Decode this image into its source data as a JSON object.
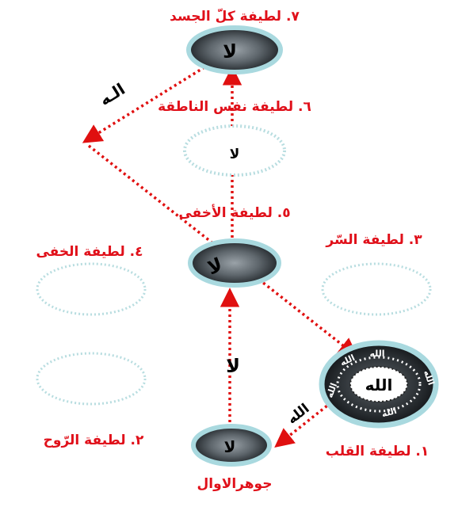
{
  "labels": {
    "kull_al_jasad": "٧. لطيفة كلّ الجسد",
    "nafs_natiqa": "٦. لطيفة نفس الناطقة",
    "akhfa": "٥. لطيفة الأخفى",
    "khafi": "٤. لطيفة الخفى",
    "sirr": "٣. لطيفة السّر",
    "ruh": "٢. لطيفة الرّوح",
    "qalb": "١. لطيفة القلب",
    "jawhar": "جوهرالاوال"
  },
  "node_text": {
    "kull_al_jasad": "لا",
    "nafs_natiqa": "لا",
    "akhfa": "لا",
    "jawhar": "لا",
    "qalb_center": "الله",
    "qalb_ring": [
      "الله",
      "الله",
      "الله",
      "الله",
      "الله"
    ]
  },
  "arrow_text": {
    "ilah": "الـه",
    "la": "لا",
    "allah": "الله"
  },
  "colors": {
    "label": "#e0101a",
    "arrow": "#e01010",
    "dotted_outline": "#b8dde0",
    "node_rim": "#a9d9df",
    "node_dark": "#3a3f44"
  }
}
